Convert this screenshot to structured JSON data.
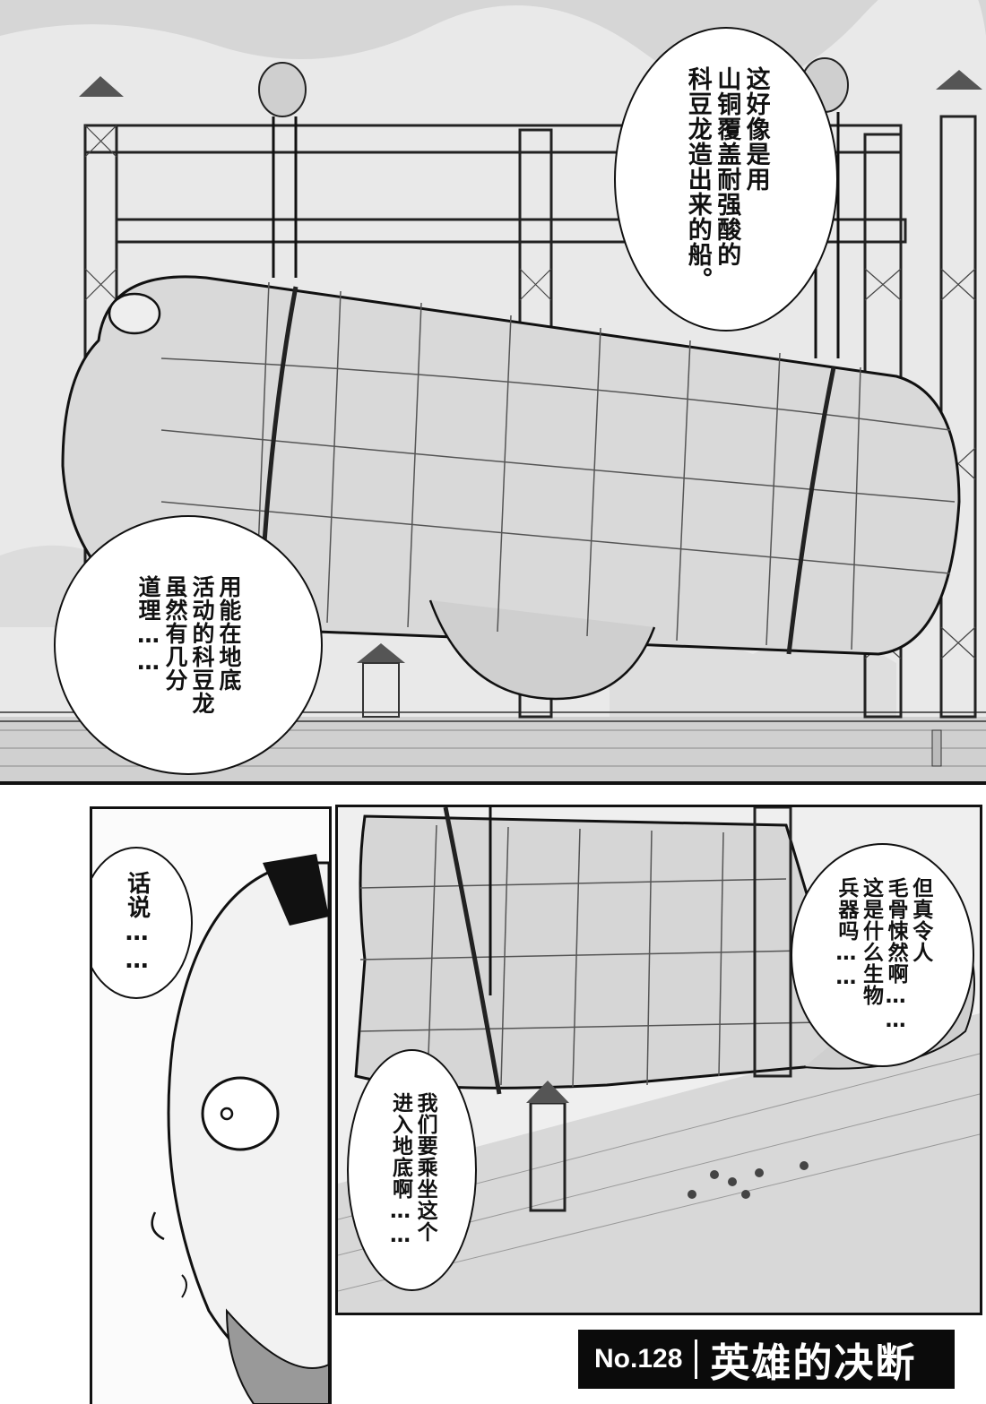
{
  "bubbles": {
    "airship_description": [
      "这好像是用",
      "山铜覆盖耐强酸的",
      "科豆龙造出来的船。"
    ],
    "reasonable": [
      "用能在地底",
      "活动的科豆龙",
      "虽然有几分",
      "道理……"
    ],
    "by_the_way": [
      "话说……"
    ],
    "creepy_weapon": [
      "但真令人",
      "毛骨悚然啊……",
      "这是什么生物",
      "兵器吗……"
    ],
    "ride_underground": [
      "我们要乘坐这个",
      "进入地底啊……"
    ]
  },
  "chapter": {
    "number": "No.128",
    "title": "英雄的决断"
  },
  "colors": {
    "ink": "#111111",
    "title_bar": "#0b0b0b"
  }
}
